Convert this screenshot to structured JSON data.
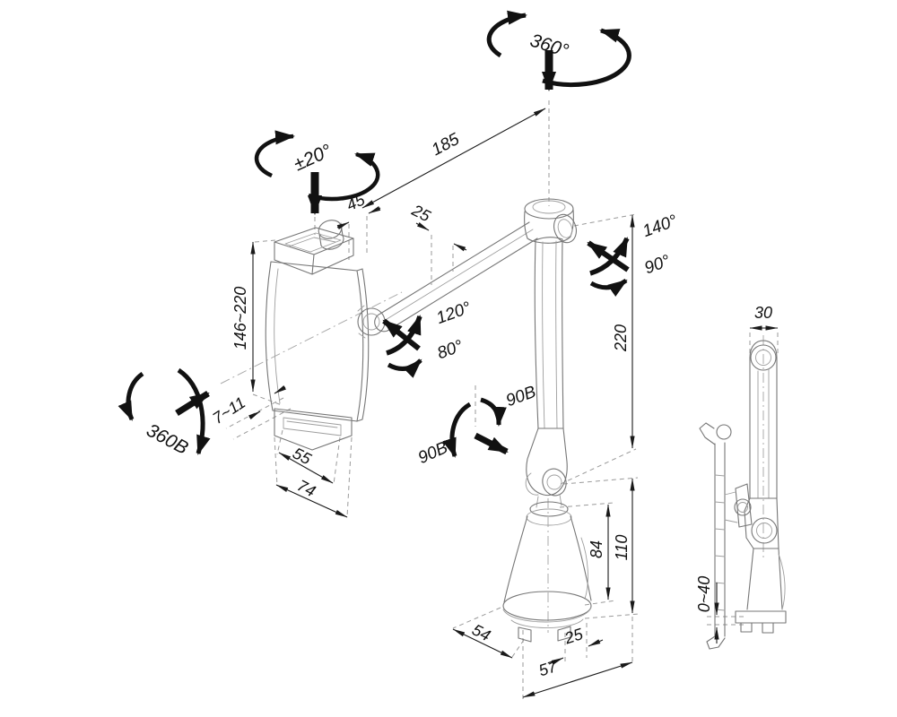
{
  "figure": {
    "type": "technical-drawing",
    "description": "Dimensional drawing of a desk clamp mounted tablet holder arm, isometric main view with side elevation view",
    "colors": {
      "background": "#ffffff",
      "product_line": "#767676",
      "annotation": "#111111",
      "construction_line": "#9a9a9a"
    },
    "annotations": {
      "rotation_top": "360°",
      "tilt_range": "±20°",
      "arm_length": "185",
      "bracket_depth": "45",
      "arm_offset": "25",
      "elbow_angle_upper": "140°",
      "elbow_angle_lower": "90°",
      "holder_angle_upper": "120°",
      "holder_angle_lower": "80°",
      "holder_height_range": "146~220",
      "clamp_depth_range": "7~11",
      "rotation_holder": "360B",
      "swivel_left": "90B",
      "swivel_right": "90B",
      "slot_width": "55",
      "holder_width": "74",
      "column_height": "220",
      "base_height": "84",
      "base_height_total": "110",
      "base_width": "54",
      "base_offset": "25",
      "base_depth": "57",
      "arm_width_side": "30",
      "desk_thickness_range": "0~40"
    }
  }
}
